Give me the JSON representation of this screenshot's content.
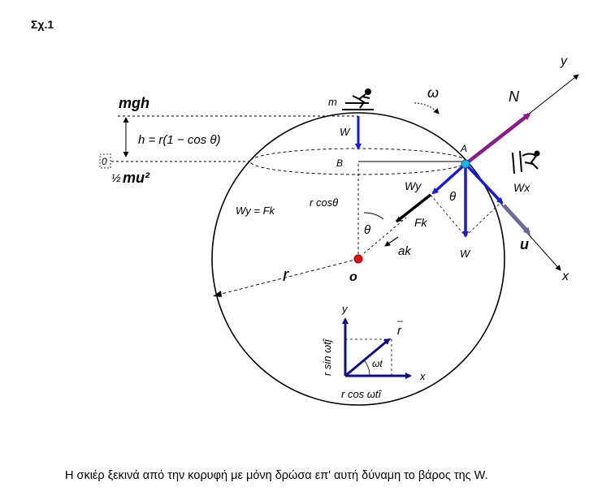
{
  "figure_label": "Σχ.1",
  "caption": "Η σκιέρ ξεκινά από την κορυφή με μόνη δρώσα επ' αυτή δύναμη το βάρος της W.",
  "labels": {
    "mgh": "mgh",
    "h_formula": "h = r(1 − cos θ)",
    "zero": "0",
    "half": "½",
    "mu2": "mu²",
    "m": "m",
    "W_top": "W",
    "omega": "ω",
    "B": "B",
    "A": "A",
    "N": "N",
    "y_axis": "y",
    "x_axis": "x",
    "Wy": "Wy",
    "Wx": "Wx",
    "theta_A": "θ",
    "Fk": "Fk",
    "W_bottom": "W",
    "u": "u",
    "ak": "ak",
    "rcos": "r cosθ",
    "theta_O": "θ",
    "WyFk": "Wy = Fk",
    "r": "r",
    "O": "o",
    "inset_y": "y",
    "inset_x": "x",
    "inset_r": "r",
    "inset_wt": "ωt",
    "inset_rsin": "r sin ωtĵ",
    "inset_rcos": "r cos ωtî"
  },
  "colors": {
    "blue": "#1a1adc",
    "navy": "#0d0d8a",
    "purple": "#8b1a8b",
    "slate": "#6a6a9a",
    "cyan": "#1ab6e8",
    "red": "#e01010"
  },
  "icons": [
    "skier-icon",
    "fallen-skier-icon"
  ]
}
